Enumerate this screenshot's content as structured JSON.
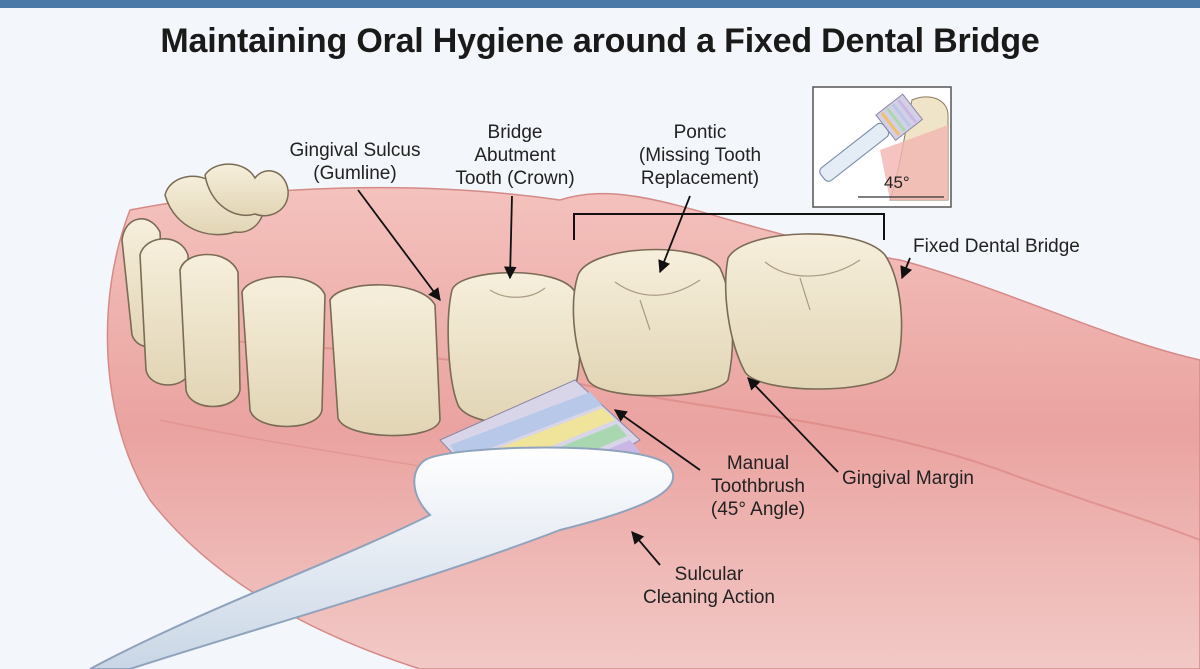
{
  "title": "Maintaining Oral Hygiene around a Fixed Dental Bridge",
  "labels": {
    "gingival_sulcus": [
      "Gingival Sulcus",
      "(Gumline)"
    ],
    "abutment": [
      "Bridge",
      "Abutment",
      "Tooth (Crown)"
    ],
    "pontic": [
      "Pontic",
      "(Missing Tooth",
      "Replacement)"
    ],
    "fixed_bridge": [
      "Fixed Dental Bridge"
    ],
    "toothbrush": [
      "Manual",
      "Toothbrush",
      "(45° Angle)"
    ],
    "gingival_margin": [
      "Gingival Margin"
    ],
    "sulcular": [
      "Sulcular",
      "Cleaning Action"
    ]
  },
  "inset": {
    "angle_label": "45°"
  },
  "colors": {
    "top_strip": "#4a79a8",
    "gum": "#eba3a0",
    "gum_dark": "#d9807f",
    "tooth": "#efe6cf",
    "brush_handle": "#e4ecf6",
    "background": "#f3f6fa"
  },
  "icons": [
    "toothbrush-icon",
    "angle-inset-icon"
  ]
}
